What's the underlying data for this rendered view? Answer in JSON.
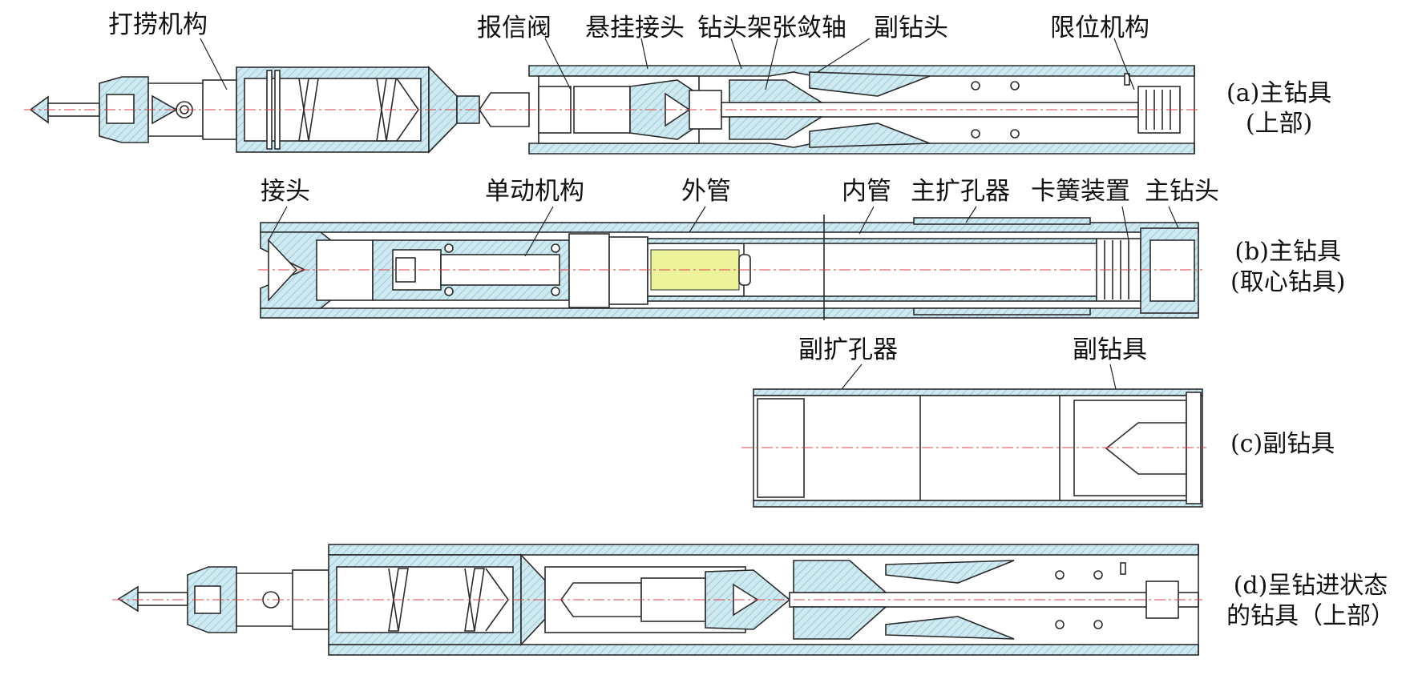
{
  "colors": {
    "fill": "#cfe9f1",
    "hatch": "#8cc3d2",
    "line": "#2b2b2b",
    "centerline": "#d9434a",
    "highlight": "#ecf39a"
  },
  "labels": {
    "a": [
      "打捞机构",
      "报信阀",
      "悬挂接头",
      "钻头架",
      "张敛轴",
      "副钻头",
      "限位机构"
    ],
    "b": [
      "接头",
      "单动机构",
      "外管",
      "内管",
      "主扩孔器",
      "卡簧装置",
      "主钻头"
    ],
    "c": [
      "副扩孔器",
      "副钻具"
    ]
  },
  "captions": {
    "a": [
      "(a)主钻具",
      "(上部)"
    ],
    "b": [
      "(b)主钻具",
      "(取心钻具)"
    ],
    "c": [
      "(c)副钻具"
    ],
    "d": [
      "(d)呈钻进状态",
      "的钻具（上部）"
    ]
  }
}
